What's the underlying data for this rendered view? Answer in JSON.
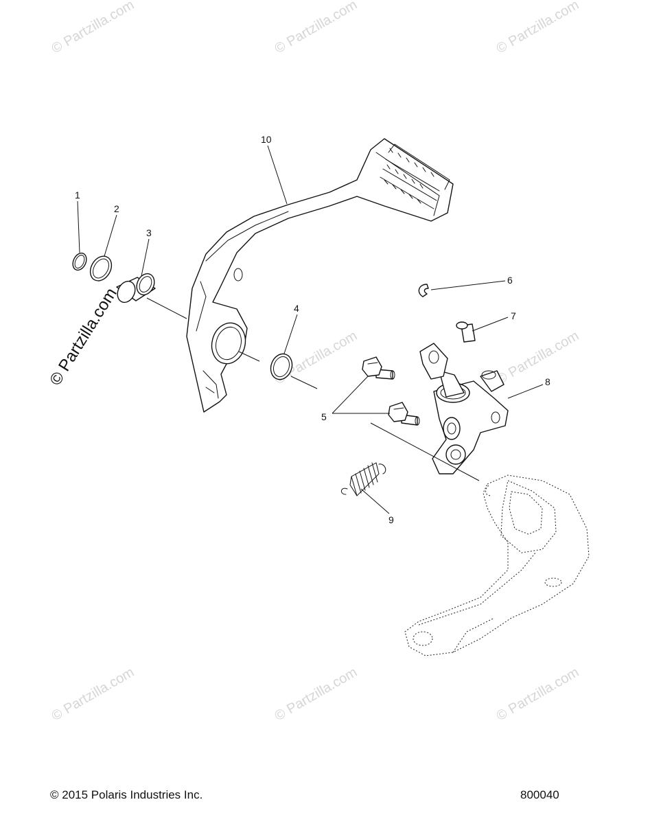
{
  "watermark": "© Partzilla.com",
  "callouts": {
    "c1": "1",
    "c2": "2",
    "c3": "3",
    "c4": "4",
    "c5": "5",
    "c6": "6",
    "c7": "7",
    "c8": "8",
    "c9": "9",
    "c10": "10"
  },
  "footer": {
    "copyright": "© 2015 Polaris Industries Inc.",
    "drawing_number": "800040"
  },
  "colors": {
    "line": "#111111",
    "watermark": "#d6d6d6",
    "background": "#ffffff"
  }
}
